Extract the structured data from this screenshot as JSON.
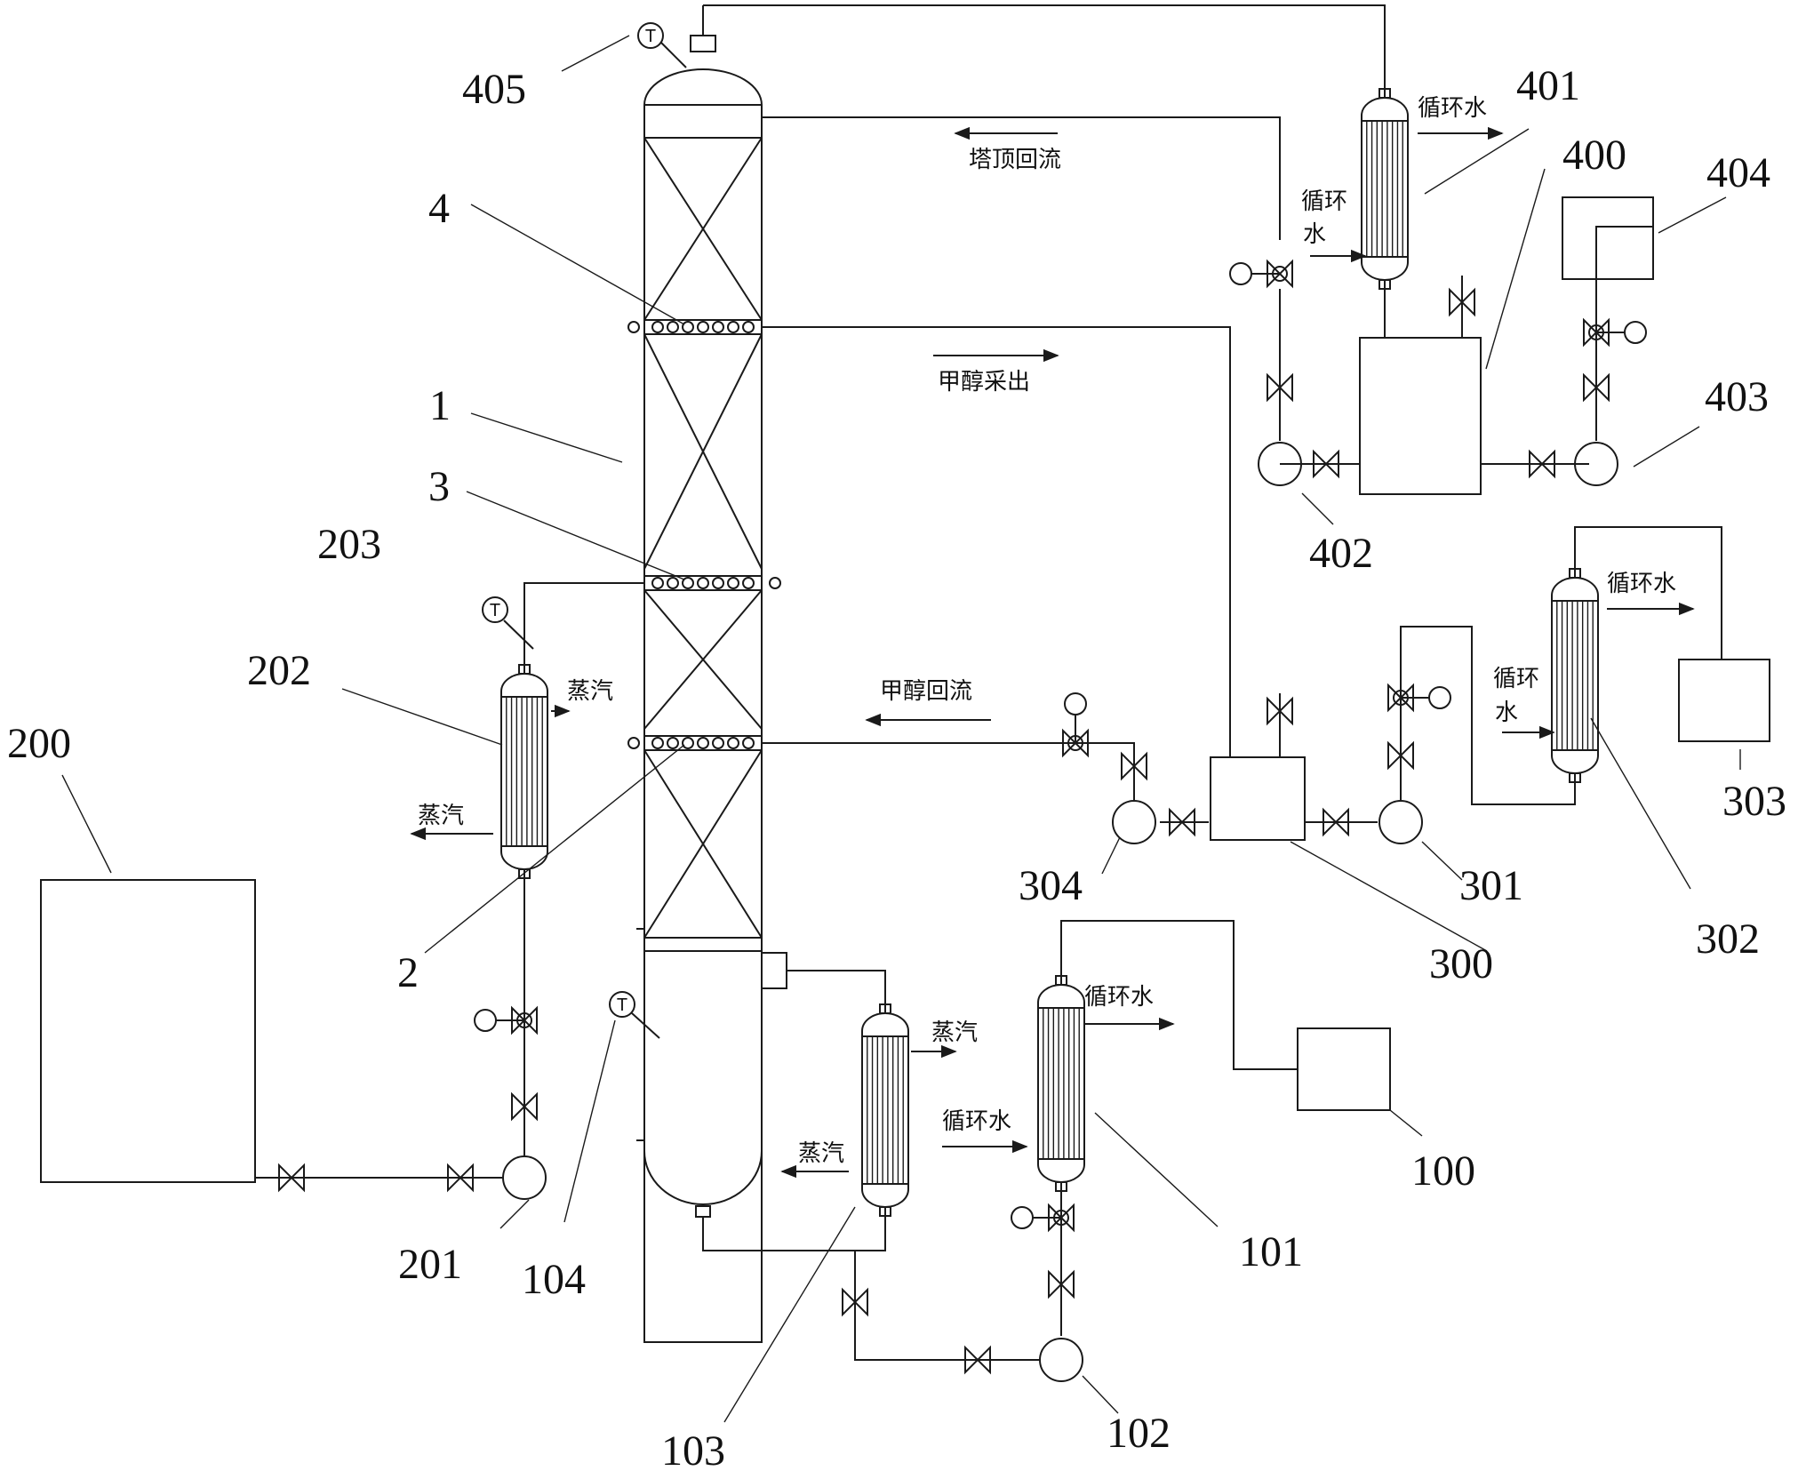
{
  "labels": {
    "n1": "1",
    "n2": "2",
    "n3": "3",
    "n4": "4",
    "n100": "100",
    "n101": "101",
    "n102": "102",
    "n103": "103",
    "n104": "104",
    "n200": "200",
    "n201": "201",
    "n202": "202",
    "n203": "203",
    "n300": "300",
    "n301": "301",
    "n302": "302",
    "n303": "303",
    "n304": "304",
    "n400": "400",
    "n401": "401",
    "n402": "402",
    "n403": "403",
    "n404": "404",
    "n405": "405"
  },
  "flows": {
    "top_reflux": "塔顶回流",
    "methanol_out": "甲醇采出",
    "methanol_reflux": "甲醇回流",
    "cooling_water": "循环水",
    "cooling_water_line1": "循环",
    "cooling_water_line2": "水",
    "steam": "蒸汽"
  },
  "instruments": {
    "temperature": "T"
  }
}
